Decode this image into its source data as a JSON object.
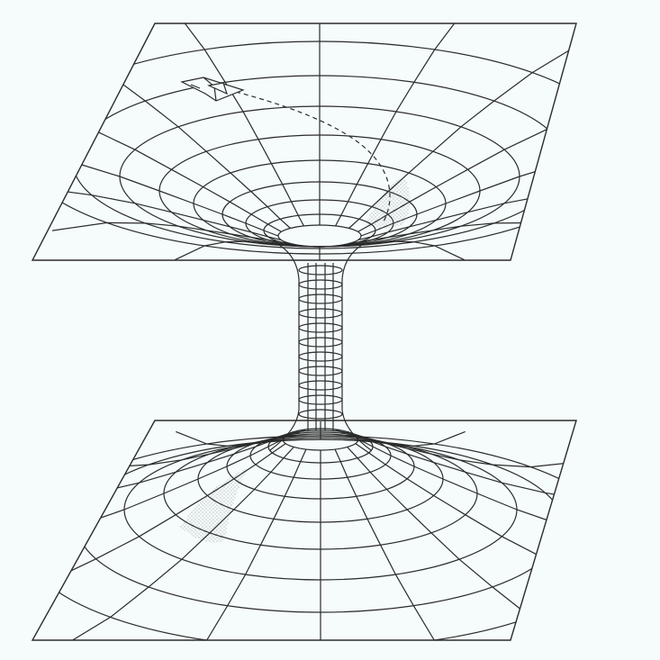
{
  "diagram": {
    "kind": "wormhole-embedding-illustration",
    "style": "pen-and-ink line drawing",
    "colors": {
      "paper": "#f5fcfb",
      "ink": "#2b2b2b",
      "shade": "#5a5a5a"
    },
    "elements": [
      "upper-sheet-outline",
      "upper-funnel-rings",
      "upper-radial-lines",
      "throat-tube",
      "lower-sheet-outline",
      "lower-funnel-rings",
      "lower-radial-lines",
      "spaceship-icon",
      "trajectory-dashed-line",
      "throat-stipple-shading"
    ]
  }
}
